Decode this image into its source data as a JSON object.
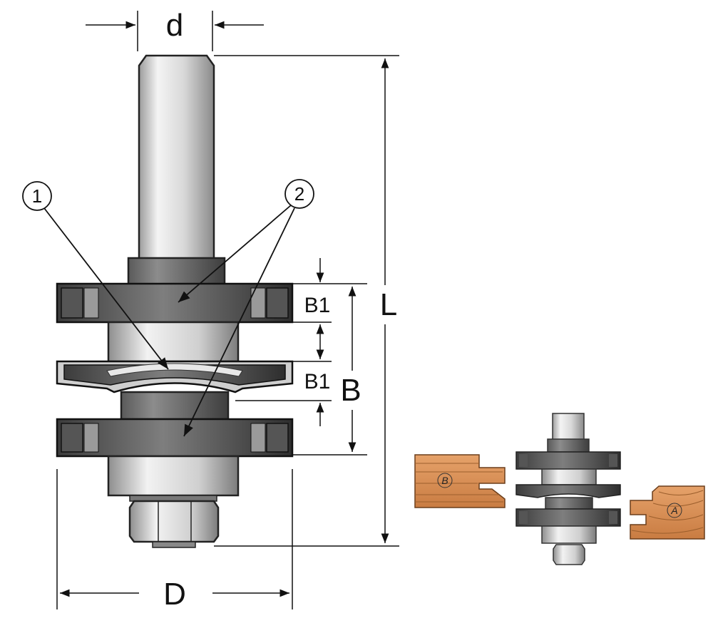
{
  "labels": {
    "d": "d",
    "L": "L",
    "B1_top": "B1",
    "B1_bottom": "B1",
    "B": "B",
    "D": "D",
    "callout_1": "1",
    "callout_2": "2",
    "wood_b": "B",
    "wood_a": "A"
  },
  "colors": {
    "steel_light": "#e6e6e6",
    "steel_mid": "#a9a9a9",
    "steel_dark": "#4a4a4a",
    "carbide": "#3a3a3a",
    "wood": "#d9925a",
    "wood_dark": "#b86e36"
  }
}
